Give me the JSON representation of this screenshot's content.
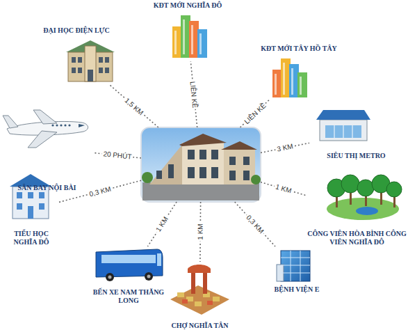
{
  "diagram": {
    "nodes": [
      {
        "text": []
      },
      {
        "text": [
          "KĐT MỚI NGHĨA ĐÔ"
        ]
      },
      {
        "text": [
          "ĐẠI HỌC ĐIỆN LỰC"
        ]
      },
      {
        "text": [
          "KĐT MỚI TÂY HỒ TÂY"
        ]
      },
      {
        "text": [
          "SÂN BAY NỘI BÀI"
        ]
      },
      {
        "text": [
          "SIÊU THỊ METRO"
        ]
      },
      {
        "text": [
          "TIỂU HỌC NGHĨA ĐÔ"
        ]
      },
      {
        "text": [
          "CÔNG VIÊN HÒA BÌNH CÔNG VIÊN NGHĨA ĐÔ"
        ]
      },
      {
        "text": [
          "BẾN XE NAM THĂNG LONG"
        ]
      },
      {
        "text": [
          "BỆNH VIỆN E"
        ]
      },
      {
        "text": [
          "CHỢ NGHĨA TÂN"
        ]
      }
    ],
    "edges": [
      {
        "from": 0,
        "to": 1,
        "label": "LIÊN KỀ",
        "arrow": "none"
      },
      {
        "from": 0,
        "to": 2,
        "label": "1,5 KM",
        "arrow": "none"
      },
      {
        "from": 0,
        "to": 3,
        "label": "LIÊN KỀ",
        "arrow": "none"
      },
      {
        "from": 0,
        "to": 4,
        "label": "20 PHÚT",
        "arrow": "none"
      },
      {
        "from": 0,
        "to": 5,
        "label": "3 KM",
        "arrow": "none"
      },
      {
        "from": 0,
        "to": 6,
        "label": "0,3 KM",
        "arrow": "none"
      },
      {
        "from": 0,
        "to": 7,
        "label": "1 KM",
        "arrow": "none"
      },
      {
        "from": 0,
        "to": 8,
        "label": "1 KM",
        "arrow": "none"
      },
      {
        "from": 0,
        "to": 9,
        "label": "0,3 KM",
        "arrow": "none"
      },
      {
        "from": 0,
        "to": 10,
        "label": "1 KM",
        "arrow": "none"
      }
    ]
  }
}
